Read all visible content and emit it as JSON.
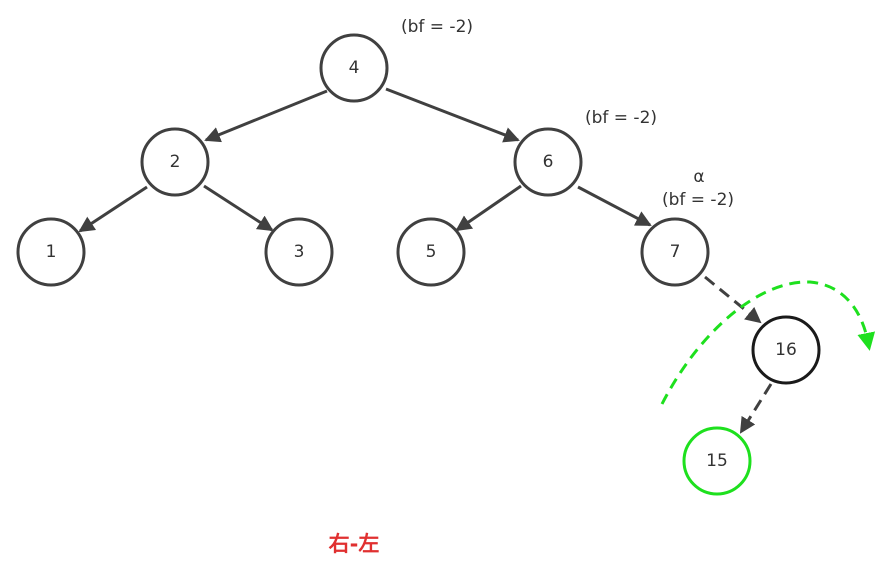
{
  "tree": {
    "nodes": {
      "n4": "4",
      "n2": "2",
      "n6": "6",
      "n1": "1",
      "n3": "3",
      "n5": "5",
      "n7": "7",
      "n16": "16",
      "n15": "15"
    },
    "annotations": {
      "bf_root": "(bf = -2)",
      "bf_node6": "(bf = -2)",
      "alpha": "α",
      "bf_node7": "(bf = -2)"
    }
  },
  "caption": "右-左",
  "colors": {
    "edge": "#404040",
    "highlight_green": "#1ee01e",
    "caption_red": "#e03030"
  }
}
